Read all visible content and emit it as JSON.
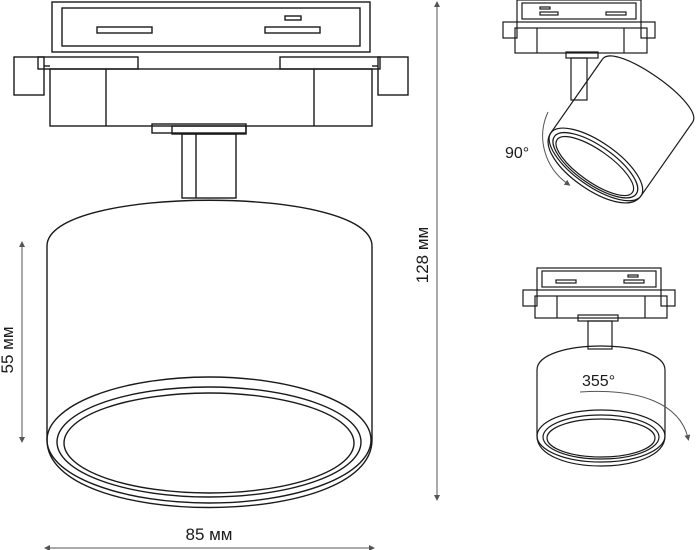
{
  "dimensions": {
    "height_total": "128 мм",
    "height_body": "55 мм",
    "width_body": "85 мм"
  },
  "angles": {
    "tilt": "90°",
    "rotate": "355°"
  },
  "colors": {
    "line": "#1a1a1a",
    "dim_line": "#555555",
    "background": "#ffffff"
  }
}
